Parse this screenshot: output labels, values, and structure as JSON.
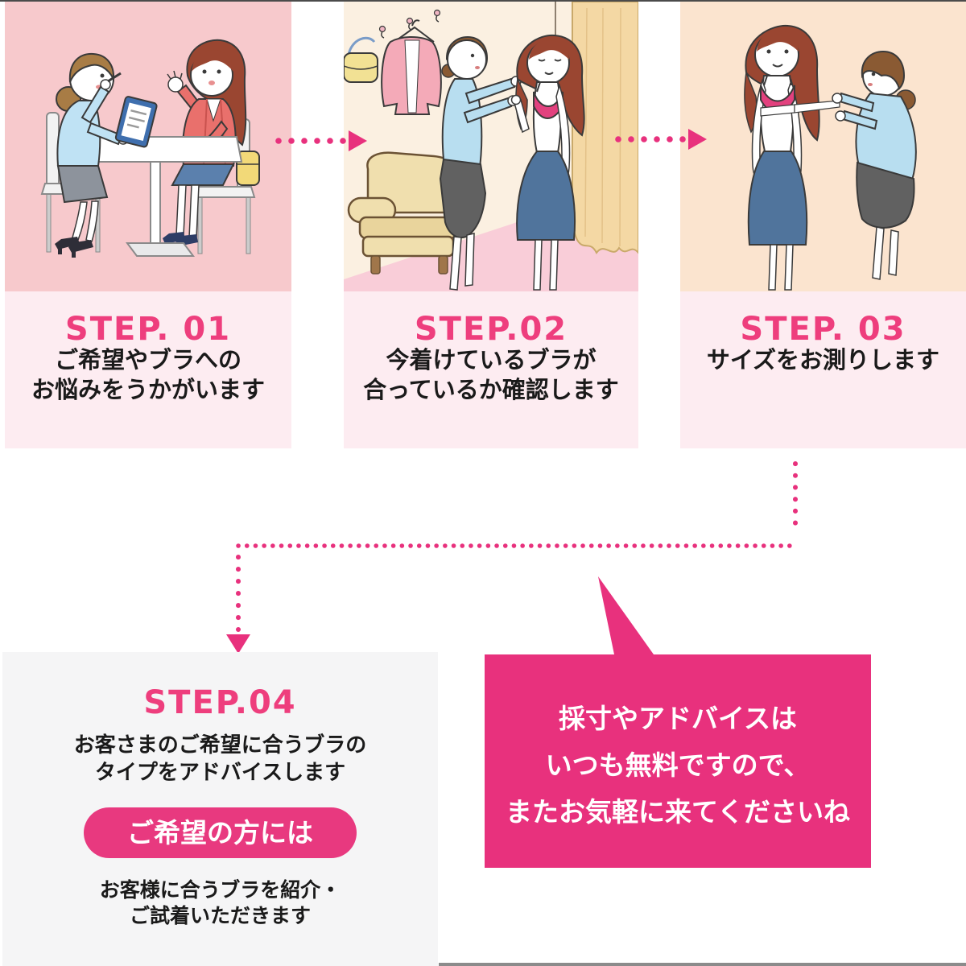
{
  "colors": {
    "accent_pink": "#e8317d",
    "step_label_pink": "#ee3e7d",
    "panel1_bg": "#f7c9cc",
    "panel2_bg": "#fbf0e1",
    "panel3_bg": "#fbe4cf",
    "caption_bg": "#fdecf1",
    "step4_bg": "#f5f5f6",
    "bubble_bg": "#e8317d",
    "bubble_text": "#ffffff",
    "bra_pink": "#e2417e",
    "staff_top_blue": "#b8def0",
    "skirt_navy": "#50749c"
  },
  "steps": [
    {
      "label": "STEP. 01",
      "caption_lines": [
        "ご希望やブラへの",
        "お悩みをうかがいます"
      ]
    },
    {
      "label": "STEP.02",
      "caption_lines": [
        "今着けているブラが",
        "合っているか確認します"
      ]
    },
    {
      "label": "STEP. 03",
      "caption_lines": [
        "サイズをお測りします"
      ]
    },
    {
      "label": "STEP.04",
      "caption_lines": [
        "お客さまのご希望に合うブラの",
        "タイプをアドバイスします"
      ]
    }
  ],
  "step4": {
    "pill_label": "ご希望の方には",
    "note_lines": [
      "お客様に合うブラを紹介・",
      "ご試着いただきます"
    ]
  },
  "bubble": {
    "lines": [
      "採寸やアドバイスは",
      "いつも無料ですので、",
      "またお気軽に来てくださいね"
    ]
  },
  "icons": {
    "step_arrow": "dotted-arrow-right-icon",
    "flow_connector": "dotted-elbow-arrow-down-icon",
    "bubble_tail": "speech-bubble-tail"
  },
  "illustrations": {
    "step1": "consultation-scene",
    "step2": "fitting-check-scene",
    "step3": "measurement-scene"
  }
}
